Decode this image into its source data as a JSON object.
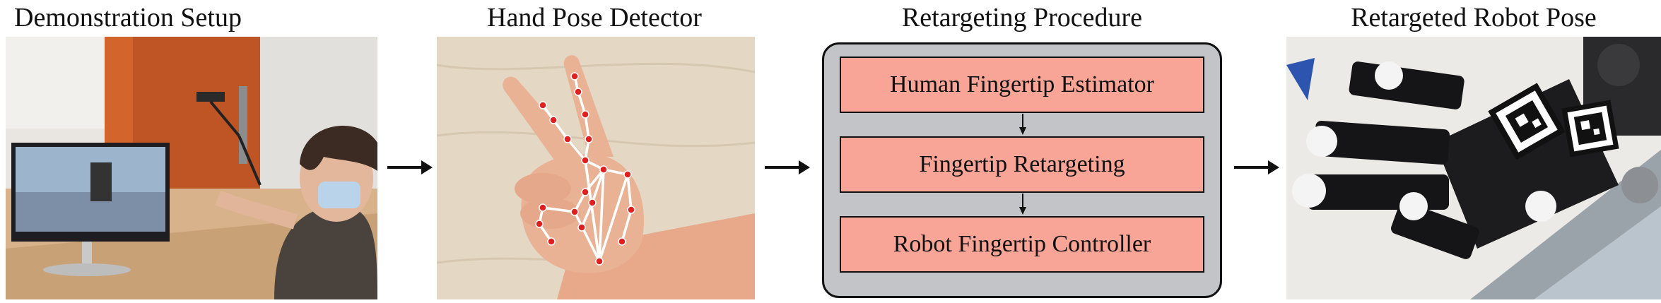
{
  "panels": [
    {
      "title": "Demonstration Setup"
    },
    {
      "title": "Hand Pose Detector"
    },
    {
      "title": "Retargeting Procedure"
    },
    {
      "title": "Retargeted Robot Pose"
    }
  ],
  "procedure": {
    "steps": [
      {
        "label": "Human Fingertip Estimator"
      },
      {
        "label": "Fingertip Retargeting"
      },
      {
        "label": "Robot Fingertip Controller"
      }
    ]
  },
  "colors": {
    "box_fill": "#c2c4c7",
    "step_fill": "#f8a597",
    "keypoint": "#e02020",
    "skeleton": "#ffffff"
  }
}
